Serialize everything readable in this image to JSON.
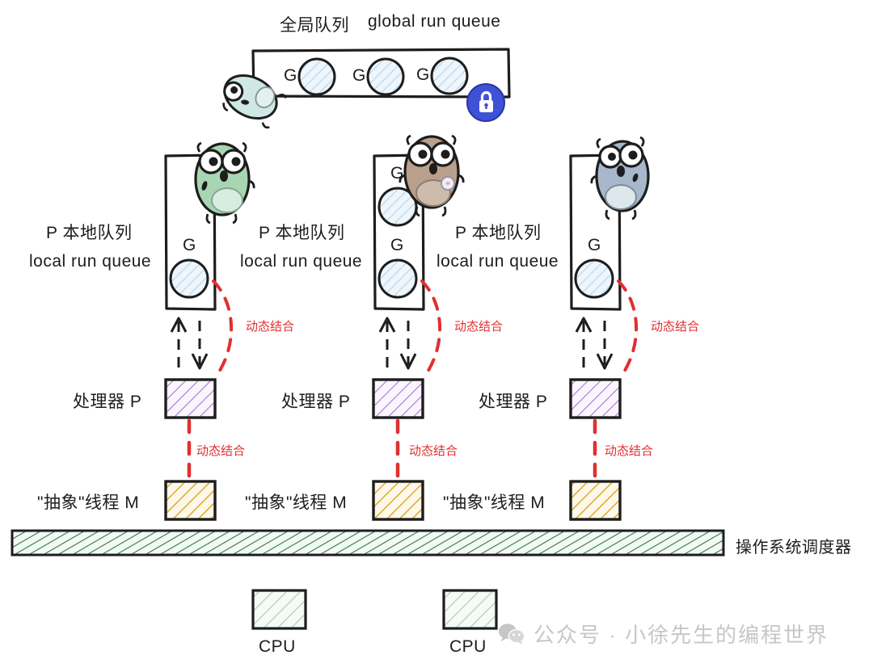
{
  "diagram": {
    "title": "Go GMP scheduler model",
    "colors": {
      "stroke": "#1d1d1d",
      "goroutine_fill": "#eaf4fb",
      "goroutine_hatch": "#bcd9ef",
      "processor_hatch": "#b07fd6",
      "processor_fill": "#faf4fd",
      "thread_hatch": "#e0a92a",
      "thread_fill": "#fdf7e6",
      "cpu_hatch": "#8dc79a",
      "cpu_fill": "#f4fbf5",
      "os_hatch": "#2f7a42",
      "os_fill": "#f2f9f3",
      "dashed_red": "#e03030",
      "lock_blue": "#3f51d6",
      "watermark": "#bdbdbd"
    }
  },
  "global_queue": {
    "title_cn": "全局队列",
    "title_en": "global run queue",
    "goroutines": [
      {
        "label": "G"
      },
      {
        "label": "G"
      },
      {
        "label": "G"
      }
    ],
    "lock_icon": "lock-icon"
  },
  "columns": [
    {
      "id": "col-1",
      "queue_title_cn": "P 本地队列",
      "queue_title_en": "local run queue",
      "goroutines": [
        {
          "label": "G"
        }
      ],
      "gopher": "gopher-green",
      "processor_label": "处理器 P",
      "thread_label": "\"抽象\"线程 M",
      "link_queue_label": "动态结合",
      "link_thread_label": "动态结合"
    },
    {
      "id": "col-2",
      "queue_title_cn": "P 本地队列",
      "queue_title_en": "local run queue",
      "goroutines": [
        {
          "label": "G"
        },
        {
          "label": "G"
        }
      ],
      "gopher": "gopher-brown",
      "processor_label": "处理器 P",
      "thread_label": "\"抽象\"线程 M",
      "link_queue_label": "动态结合",
      "link_thread_label": "动态结合"
    },
    {
      "id": "col-3",
      "queue_title_cn": "P 本地队列",
      "queue_title_en": "local run queue",
      "goroutines": [
        {
          "label": "G"
        }
      ],
      "gopher": "gopher-blue",
      "processor_label": "处理器 P",
      "thread_label": "\"抽象\"线程 M",
      "link_queue_label": "动态结合",
      "link_thread_label": "动态结合"
    }
  ],
  "os_scheduler": {
    "label": "操作系统调度器"
  },
  "cpus": [
    {
      "label": "CPU"
    },
    {
      "label": "CPU"
    }
  ],
  "watermark": {
    "icon": "wechat-icon",
    "text": "公众号 · 小徐先生的编程世界"
  }
}
